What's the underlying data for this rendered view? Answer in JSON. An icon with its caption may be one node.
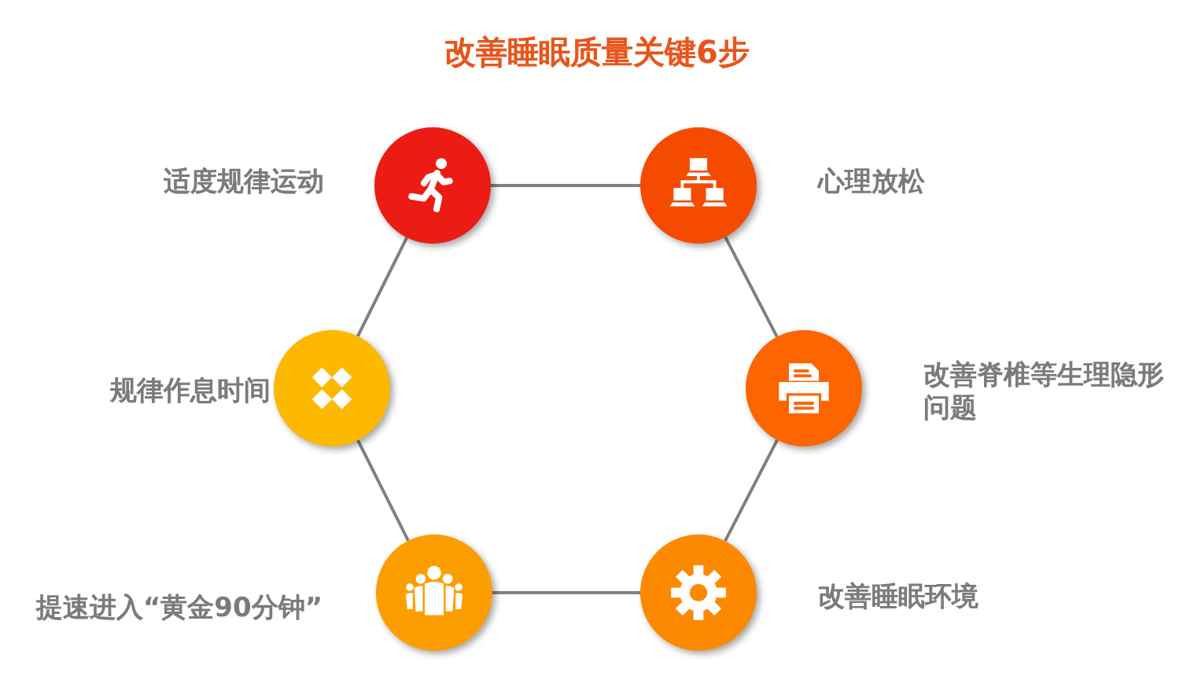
{
  "diagram": {
    "title": "改善睡眠质量关键6步",
    "nodes": [
      {
        "text": [],
        "shape": "circle",
        "beside": [
          "适度规律运动"
        ]
      },
      {
        "text": [],
        "shape": "circle",
        "beside": [
          "心理放松"
        ]
      },
      {
        "text": [],
        "shape": "circle",
        "beside": [
          "规律作息时间"
        ]
      },
      {
        "text": [],
        "shape": "circle",
        "beside": [
          "改善脊椎等生理隐形问题"
        ]
      },
      {
        "text": [],
        "shape": "circle",
        "beside": [
          "提速进入“黄金90分钟”"
        ]
      },
      {
        "text": [],
        "shape": "circle",
        "beside": [
          "改善睡眠环境"
        ]
      }
    ],
    "edges": [
      {
        "from": 0,
        "to": 1,
        "arrow": "none"
      },
      {
        "from": 1,
        "to": 3,
        "arrow": "none"
      },
      {
        "from": 3,
        "to": 5,
        "arrow": "none"
      },
      {
        "from": 5,
        "to": 4,
        "arrow": "none"
      },
      {
        "from": 4,
        "to": 2,
        "arrow": "none"
      },
      {
        "from": 2,
        "to": 0,
        "arrow": "none"
      }
    ]
  }
}
